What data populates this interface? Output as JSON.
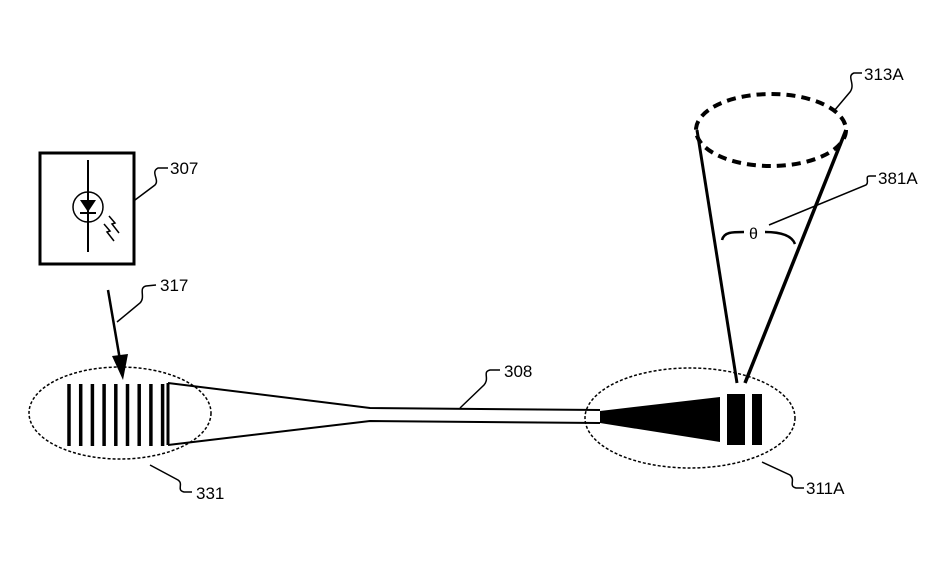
{
  "labels": {
    "source": "307",
    "input_beam": "317",
    "input_coupler": "331",
    "waveguide": "308",
    "output_coupler": "311A",
    "output_spot": "313A",
    "beam_angle_ref": "381A",
    "angle_symbol": "θ"
  },
  "grating_line_count": 9
}
